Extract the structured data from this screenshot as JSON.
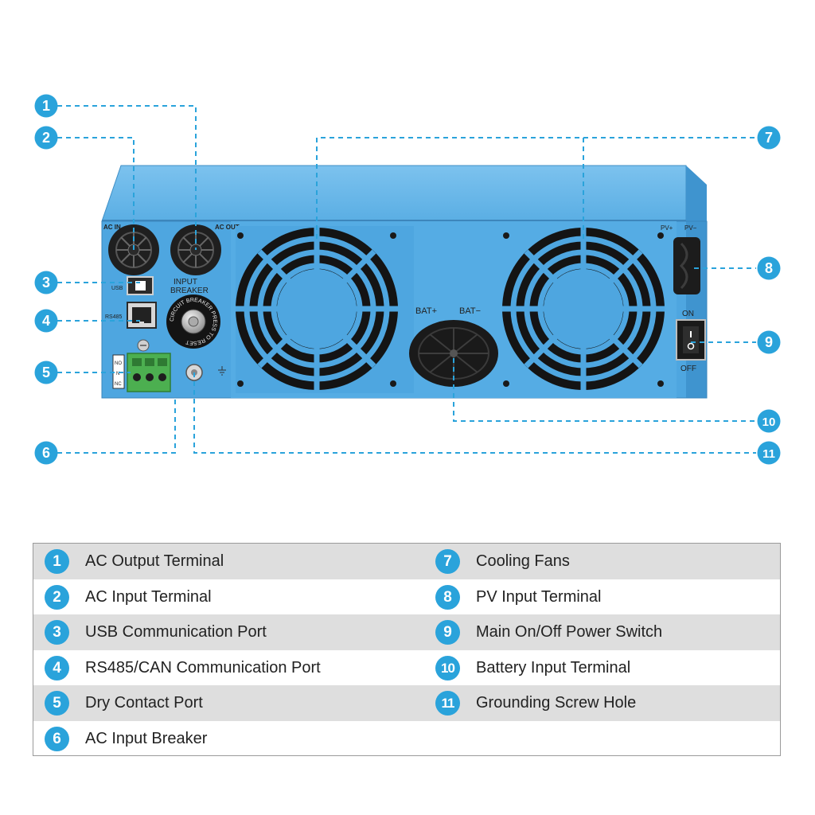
{
  "accent_color": "#2aa3db",
  "device": {
    "body_color": "#4ea6e0",
    "panel_labels": {
      "ac_in": "AC IN",
      "ac_out": "AC OUT",
      "usb": "USB",
      "rs485": "RS485",
      "input_breaker_line1": "INPUT",
      "input_breaker_line2": "BREAKER",
      "breaker_ring": "CIRCUIT BREAKER PRESS TO RESET",
      "bat_plus": "BAT+",
      "bat_minus": "BAT−",
      "pv_plus": "PV+",
      "pv_minus": "PV−",
      "on": "ON",
      "off": "OFF",
      "no": "NO",
      "n": "N",
      "nc": "NC"
    }
  },
  "callouts": [
    "1",
    "2",
    "3",
    "4",
    "5",
    "6",
    "7",
    "8",
    "9",
    "10",
    "11"
  ],
  "legend": {
    "left": [
      {
        "num": "1",
        "label": "AC Output Terminal"
      },
      {
        "num": "2",
        "label": "AC Input Terminal"
      },
      {
        "num": "3",
        "label": "USB Communication Port"
      },
      {
        "num": "4",
        "label": "RS485/CAN Communication Port"
      },
      {
        "num": "5",
        "label": "Dry Contact Port"
      },
      {
        "num": "6",
        "label": "AC Input Breaker"
      }
    ],
    "right": [
      {
        "num": "7",
        "label": "Cooling Fans"
      },
      {
        "num": "8",
        "label": "PV Input Terminal"
      },
      {
        "num": "9",
        "label": "Main On/Off Power Switch"
      },
      {
        "num": "10",
        "label": "Battery Input Terminal"
      },
      {
        "num": "11",
        "label": "Grounding Screw Hole"
      }
    ]
  }
}
